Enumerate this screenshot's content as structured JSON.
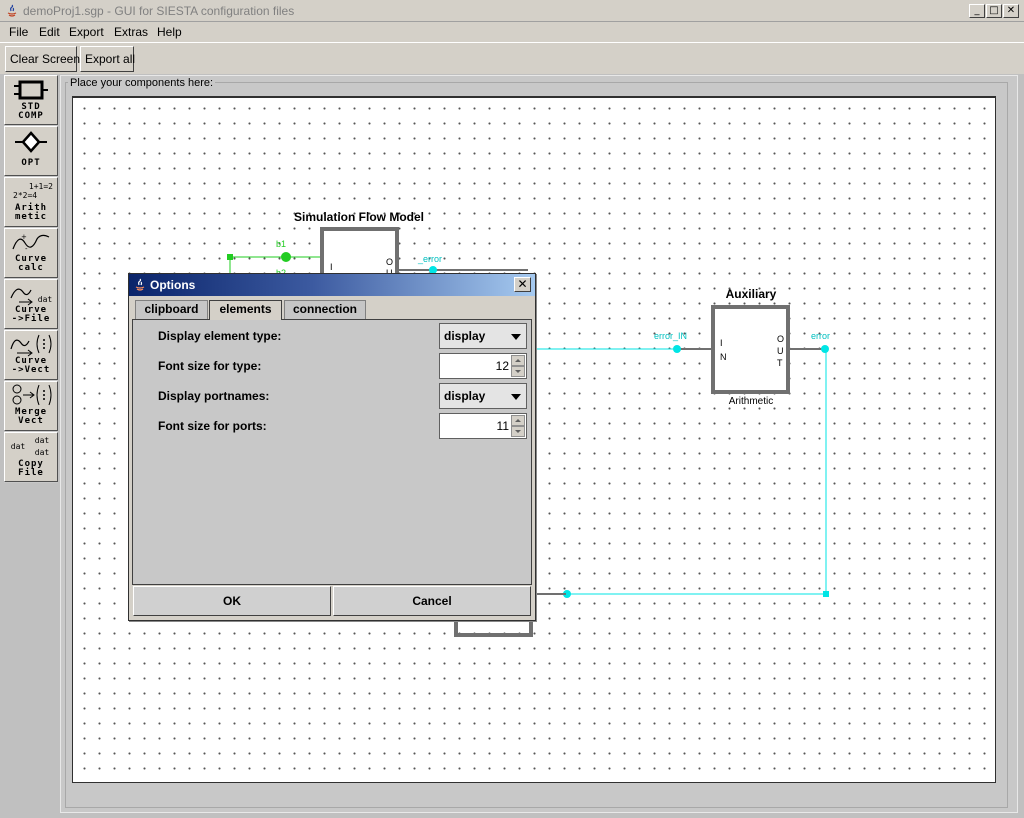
{
  "window": {
    "title": "demoProj1.sgp - GUI for SIESTA configuration files",
    "minimize": "_",
    "maximize": "□",
    "close": "✕"
  },
  "menu": {
    "items": [
      {
        "label": "File"
      },
      {
        "label": "Edit"
      },
      {
        "label": "Export"
      },
      {
        "label": "Extras"
      },
      {
        "label": "Help"
      }
    ]
  },
  "toolbar": {
    "clear_screen": "Clear Screen",
    "export_all": "Export all"
  },
  "palette": {
    "std_comp": [
      "STD",
      "COMP"
    ],
    "opt": [
      "OPT"
    ],
    "arithmetic": {
      "glyph1": "1+1=2",
      "glyph2": "2*2=4",
      "lines": [
        "Arith",
        "metic"
      ]
    },
    "curve_calc": {
      "lines": [
        "Curve",
        "calc"
      ]
    },
    "curve_file": {
      "glyph": "dat",
      "lines": [
        "Curve",
        "->File"
      ]
    },
    "curve_vect": {
      "lines": [
        "Curve",
        "->Vect"
      ]
    },
    "merge_vect": {
      "lines": [
        "Merge",
        "Vect"
      ]
    },
    "copy_file": {
      "glyph1": "dat",
      "glyph2": "dat",
      "glyph3": "dat",
      "lines": [
        "Copy",
        "File"
      ]
    }
  },
  "canvas": {
    "group_title": "Place your components here:"
  },
  "diagram": {
    "sim_model": {
      "title": "Simulation Flow Model",
      "port_in": "b1",
      "port_in2": "b2",
      "port_out": "_error",
      "in_letter": "I",
      "out_letter": "O",
      "out_letter2": "U"
    },
    "auxiliary": {
      "title": "Auxiliary",
      "type": "Arithmetic",
      "port_in": "error_IN",
      "port_out": "error",
      "in_letters": [
        "I",
        "N"
      ],
      "out_letters": [
        "O",
        "U",
        "T"
      ]
    },
    "colors": {
      "connection": "#00e5e5",
      "input_link": "#22cc22",
      "block_border": "#707070"
    }
  },
  "dialog": {
    "title": "Options",
    "close": "✕",
    "tabs": [
      {
        "label": "clipboard",
        "active": false
      },
      {
        "label": "elements",
        "active": true
      },
      {
        "label": "connection",
        "active": false
      }
    ],
    "options": [
      {
        "label": "Display element type:",
        "kind": "combo",
        "value": "display"
      },
      {
        "label": "Font size for type:",
        "kind": "spinner",
        "value": "12"
      },
      {
        "label": "Display portnames:",
        "kind": "combo",
        "value": "display"
      },
      {
        "label": "Font size for ports:",
        "kind": "spinner",
        "value": "11"
      }
    ],
    "ok": "OK",
    "cancel": "Cancel"
  }
}
